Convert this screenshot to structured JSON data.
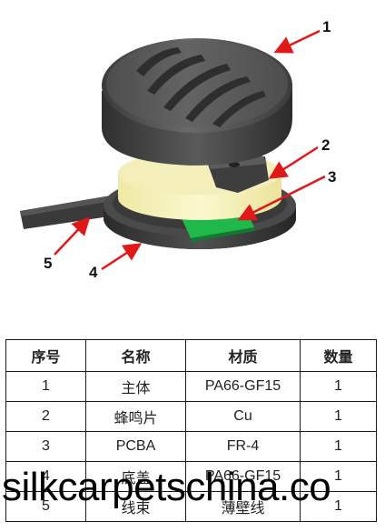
{
  "callouts": [
    {
      "id": "1",
      "label": "1"
    },
    {
      "id": "2",
      "label": "2"
    },
    {
      "id": "3",
      "label": "3"
    },
    {
      "id": "4",
      "label": "4"
    },
    {
      "id": "5",
      "label": "5"
    }
  ],
  "table": {
    "headers": [
      "序号",
      "名称",
      "材质",
      "数量"
    ],
    "rows": [
      [
        "1",
        "主体",
        "PA66-GF15",
        "1"
      ],
      [
        "2",
        "蜂鸣片",
        "Cu",
        "1"
      ],
      [
        "3",
        "PCBA",
        "FR-4",
        "1"
      ],
      [
        "4",
        "底盖",
        "PA66-GF15",
        "1"
      ],
      [
        "5",
        "线束",
        "薄壁线",
        "1"
      ]
    ]
  },
  "watermark": "silkcarpetschina.co",
  "colors": {
    "housing_dark": "#4a4a4a",
    "yellow_ring": "#f7f3b8",
    "pcba_green": "#1fb84a",
    "arrow_red": "#e01818"
  }
}
